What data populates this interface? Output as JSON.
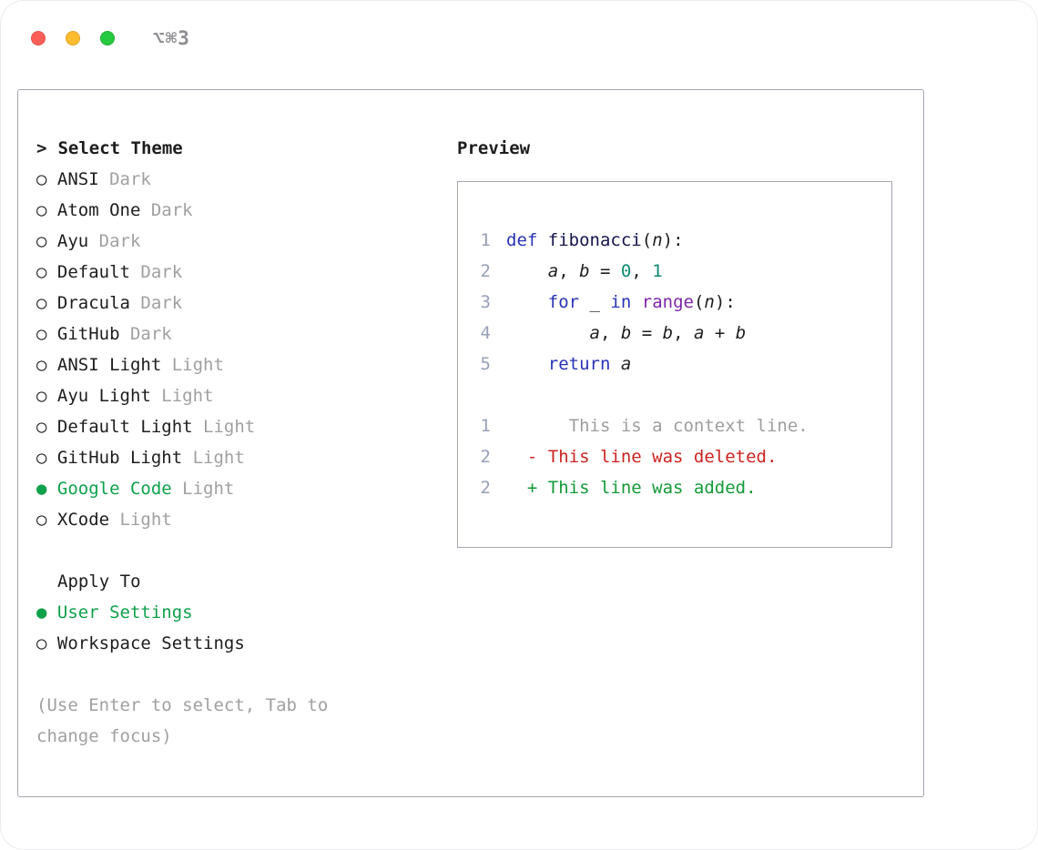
{
  "window": {
    "shortcut_label": "⌥⌘3"
  },
  "colors": {
    "traffic_red": "#ff5f57",
    "traffic_yellow": "#febc2e",
    "traffic_green": "#27c93f",
    "shortcut_gray": "#8e8e93",
    "border_gray": "#a2a7ae",
    "text_primary": "#1d1d1f",
    "text_muted": "#a0a0a2",
    "accent_green": "#0fa14b",
    "line_number": "#97a0b8",
    "syntax_plain": "#1d1d1f",
    "syntax_keyword": "#2733b5",
    "syntax_function": "#15154e",
    "syntax_number": "#0d8a6f",
    "syntax_builtin": "#7d26a8",
    "context_gray": "#9e9ea0",
    "diff_deleted": "#cb2420",
    "diff_added": "#149a38"
  },
  "left": {
    "prompt": ">",
    "title": "Select Theme",
    "themes": [
      {
        "bullet": "○",
        "name": "ANSI",
        "variant": "Dark",
        "selected": false
      },
      {
        "bullet": "○",
        "name": "Atom One",
        "variant": "Dark",
        "selected": false
      },
      {
        "bullet": "○",
        "name": "Ayu",
        "variant": "Dark",
        "selected": false
      },
      {
        "bullet": "○",
        "name": "Default",
        "variant": "Dark",
        "selected": false
      },
      {
        "bullet": "○",
        "name": "Dracula",
        "variant": "Dark",
        "selected": false
      },
      {
        "bullet": "○",
        "name": "GitHub",
        "variant": "Dark",
        "selected": false
      },
      {
        "bullet": "○",
        "name": "ANSI Light",
        "variant": "Light",
        "selected": false
      },
      {
        "bullet": "○",
        "name": "Ayu Light",
        "variant": "Light",
        "selected": false
      },
      {
        "bullet": "○",
        "name": "Default Light",
        "variant": "Light",
        "selected": false
      },
      {
        "bullet": "○",
        "name": "GitHub Light",
        "variant": "Light",
        "selected": false
      },
      {
        "bullet": "●",
        "name": "Google Code",
        "variant": "Light",
        "selected": true
      },
      {
        "bullet": "○",
        "name": "XCode",
        "variant": "Light",
        "selected": false
      }
    ],
    "apply_to": {
      "heading": "Apply To",
      "options": [
        {
          "bullet": "●",
          "label": "User Settings",
          "selected": true
        },
        {
          "bullet": "○",
          "label": "Workspace Settings",
          "selected": false
        }
      ]
    },
    "hint": "(Use Enter to select, Tab to change focus)"
  },
  "preview": {
    "heading": "Preview",
    "lines": [
      {
        "num": "1",
        "tokens": [
          {
            "t": "def",
            "c": "kw"
          },
          {
            "t": " "
          },
          {
            "t": "fibonacci",
            "c": "fn"
          },
          {
            "t": "("
          },
          {
            "t": "n",
            "c": "var"
          },
          {
            "t": "):"
          }
        ]
      },
      {
        "num": "2",
        "tokens": [
          {
            "t": "    "
          },
          {
            "t": "a",
            "c": "var"
          },
          {
            "t": ", "
          },
          {
            "t": "b",
            "c": "var"
          },
          {
            "t": " = "
          },
          {
            "t": "0",
            "c": "num"
          },
          {
            "t": ", "
          },
          {
            "t": "1",
            "c": "num"
          }
        ]
      },
      {
        "num": "3",
        "tokens": [
          {
            "t": "    "
          },
          {
            "t": "for",
            "c": "kw"
          },
          {
            "t": " _ "
          },
          {
            "t": "in",
            "c": "kw"
          },
          {
            "t": " "
          },
          {
            "t": "range",
            "c": "builtin"
          },
          {
            "t": "("
          },
          {
            "t": "n",
            "c": "var"
          },
          {
            "t": "):"
          }
        ]
      },
      {
        "num": "4",
        "tokens": [
          {
            "t": "        "
          },
          {
            "t": "a",
            "c": "var"
          },
          {
            "t": ", "
          },
          {
            "t": "b",
            "c": "var"
          },
          {
            "t": " = "
          },
          {
            "t": "b",
            "c": "var"
          },
          {
            "t": ", "
          },
          {
            "t": "a",
            "c": "var"
          },
          {
            "t": " + "
          },
          {
            "t": "b",
            "c": "var"
          }
        ]
      },
      {
        "num": "5",
        "tokens": [
          {
            "t": "    "
          },
          {
            "t": "return",
            "c": "kw"
          },
          {
            "t": " "
          },
          {
            "t": "a",
            "c": "var"
          }
        ]
      },
      {
        "blank": true
      },
      {
        "num": "1",
        "tokens": [
          {
            "t": "      This is a context line.",
            "c": "ctx"
          }
        ]
      },
      {
        "num": "2",
        "tokens": [
          {
            "t": "  - This line was deleted.",
            "c": "del"
          }
        ]
      },
      {
        "num": "2",
        "tokens": [
          {
            "t": "  + This line was added.",
            "c": "add"
          }
        ]
      }
    ]
  }
}
